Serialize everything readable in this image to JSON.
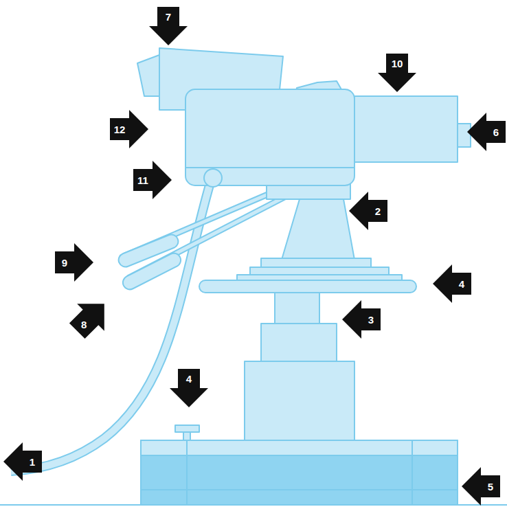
{
  "diagram": {
    "labels": [
      "7",
      "10",
      "12",
      "6",
      "11",
      "2",
      "9",
      "4",
      "3",
      "8",
      "4",
      "1",
      "5"
    ]
  }
}
